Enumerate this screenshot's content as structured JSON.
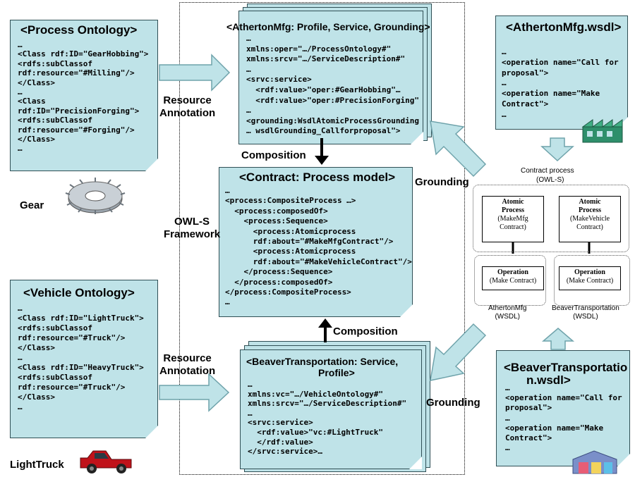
{
  "process_ontology": {
    "title": "<Process Ontology>",
    "lines": [
      "…",
      "<Class rdf:ID=\"GearHobbing\">",
      "<rdfs:subClassof",
      "rdf:resource=\"#Milling\"/>",
      "</Class>",
      "…",
      "<Class",
      "rdf:ID=\"PrecisionForging\">",
      "<rdfs:subClassof",
      "rdf:resource=\"#Forging\"/>",
      "</Class>",
      "…"
    ]
  },
  "vehicle_ontology": {
    "title": "<Vehicle Ontology>",
    "lines": [
      "…",
      "<Class rdf:ID=\"LightTruck\">",
      "<rdfs:subClassof",
      "rdf:resource=\"#Truck\"/>",
      "</Class>",
      "…",
      "<Class rdf:ID=\"HeavyTruck\">",
      "<rdfs:subClassof",
      "rdf:resource=\"#Truck\"/>",
      "</Class>",
      "…"
    ]
  },
  "atherton_profile": {
    "title": "<AthertonMfg:  Profile, Service, Grounding>",
    "lines": [
      "…",
      "xmlns:oper=\"…/ProcessOntology#\"",
      "xmlns:srcv=\"…/ServiceDescription#\"",
      "…",
      "<srvc:service>",
      "  <rdf:value>\"oper:#GearHobbing\"…",
      "  <rdf:value>\"oper:#PrecisionForging\"",
      "…",
      "<grounding:WsdlAtomicProcessGrounding",
      "… wsdlGrounding_Callforproposal\">"
    ]
  },
  "contract_model": {
    "title": "<Contract: Process model>",
    "lines": [
      "…",
      "<process:CompositeProcess …>",
      "  <process:composedOf>",
      "    <process:Sequence>",
      "      <process:Atomicprocess",
      "      rdf:about=\"#MakeMfgContract\"/>",
      "      <process:Atomicprocess",
      "      rdf:about=\"#MakeVehicleContract\"/>",
      "    </process:Sequence>",
      "  </process:composedOf>",
      "</process:CompositeProcess>",
      "…"
    ]
  },
  "beaver_profile": {
    "title_line1": "<BeaverTransportation:  Service,",
    "title_line2": "Profile>",
    "lines": [
      "…",
      "xmlns:vc=\"…/VehicleOntology#\"",
      "xmlns:srcv=\"…/ServiceDescription#\"",
      "…",
      "<srvc:service>",
      "  <rdf:value>\"vc:#LightTruck\"",
      "  </rdf:value>",
      "</srvc:service>…"
    ]
  },
  "atherton_wsdl": {
    "title": "<AthertonMfg.wsdl>",
    "lines": [
      "…",
      "<operation name=\"Call for",
      "proposal\">",
      "…",
      "<operation name=\"Make",
      "Contract\">",
      "…"
    ]
  },
  "beaver_wsdl": {
    "title_line1": "<BeaverTransportatio",
    "title_line2": "n.wsdl>",
    "lines": [
      "…",
      "<operation name=\"Call for",
      "proposal\">",
      "…",
      "<operation name=\"Make",
      "Contract\">",
      "…"
    ]
  },
  "labels": {
    "resource_annotation_1": "Resource\nAnnotation",
    "resource_annotation_2": "Resource\nAnnotation",
    "composition_1": "Composition",
    "composition_2": "Composition",
    "grounding_1": "Grounding",
    "grounding_2": "Grounding",
    "owls_framework": "OWL-S\nFramework",
    "gear": "Gear",
    "lighttruck": "LightTruck"
  },
  "owls_panel": {
    "contract_process_line1": "Contract process",
    "contract_process_line2": "(OWL-S)",
    "atomic_left_title": "Atomic\nProcess",
    "atomic_left_sub": "(MakeMfg\nContract)",
    "atomic_right_title": "Atomic\nProcess",
    "atomic_right_sub": "(MakeVehicle\nContract)",
    "operation_left_title": "Operation",
    "operation_left_sub": "(Make Contract)",
    "operation_right_title": "Operation",
    "operation_right_sub": "(Make Contract)",
    "wsdl_left": "AthertonMfg\n(WSDL)",
    "wsdl_right": "BeaverTransportation\n(WSDL)"
  },
  "colors": {
    "document_fill": "#bfe3e8",
    "arrow_fill": "#bfe3e8",
    "arrow_stroke": "#6fa3ab"
  }
}
